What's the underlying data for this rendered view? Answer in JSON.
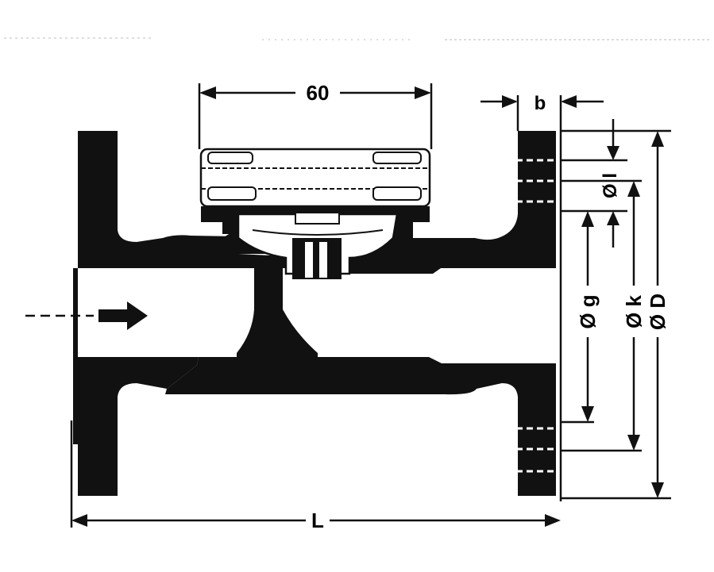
{
  "colors": {
    "ink": "#111111",
    "paper": "#ffffff",
    "hatch": "#ffffff"
  },
  "dimensions": {
    "meter_width": "60",
    "flange_thickness": "b",
    "bolt_hole": "Ø l",
    "bore": "Ø g",
    "bolt_circle": "Ø k",
    "flange_outer": "Ø D",
    "overall_length": "L"
  },
  "icons": {
    "flow": "flow-direction-arrow"
  }
}
